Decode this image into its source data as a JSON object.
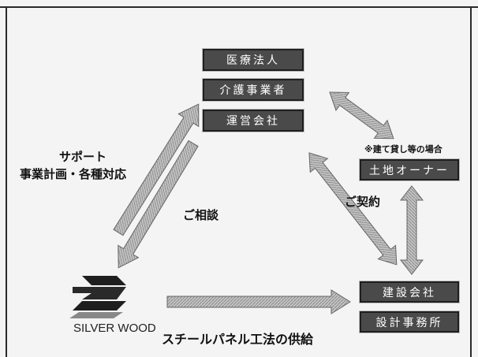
{
  "boxes": {
    "medical": "医療法人",
    "care": "介護事業者",
    "operator": "運営会社",
    "landowner": "土地オーナー",
    "construction": "建設会社",
    "design": "設計事務所"
  },
  "labels": {
    "support_line1": "サポート",
    "support_line2": "事業計画・各種対応",
    "consult": "ご相談",
    "contract": "ご契約",
    "lease_note": "※建て貸し等の場合",
    "supply": "スチールパネル工法の供給"
  },
  "logo": {
    "name": "SILVER WOOD"
  },
  "colors": {
    "box_fill": "#4a4a4a",
    "arrow_fill": "#b5b5b5",
    "arrow_stroke": "#6a6a6a"
  }
}
